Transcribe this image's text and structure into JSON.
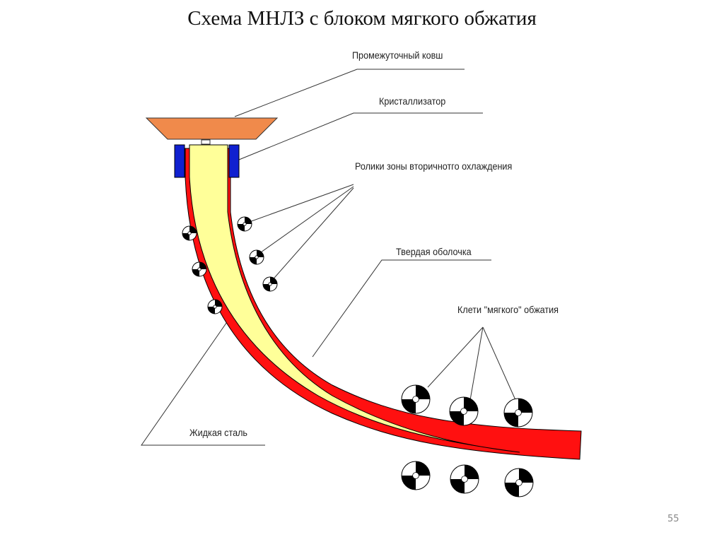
{
  "slide": {
    "title": "Схема МНЛЗ с блоком мягкого обжатия",
    "page_number": "55"
  },
  "labels": {
    "tundish": "Промежуточный ковш",
    "mold": "Кристаллизатор",
    "secondary_cooling_rolls": "Ролики зоны вторичнотго охлаждения",
    "solid_shell": "Твердая оболочка",
    "soft_reduction_stands": "Клети \"мягкого\" обжатия",
    "liquid_steel": "Жидкая сталь"
  },
  "colors": {
    "tundish": "#f08a4b",
    "mold": "#1020d0",
    "liquid_core": "#ffff99",
    "shell": "#ff1010",
    "roller_dark": "#000000"
  }
}
